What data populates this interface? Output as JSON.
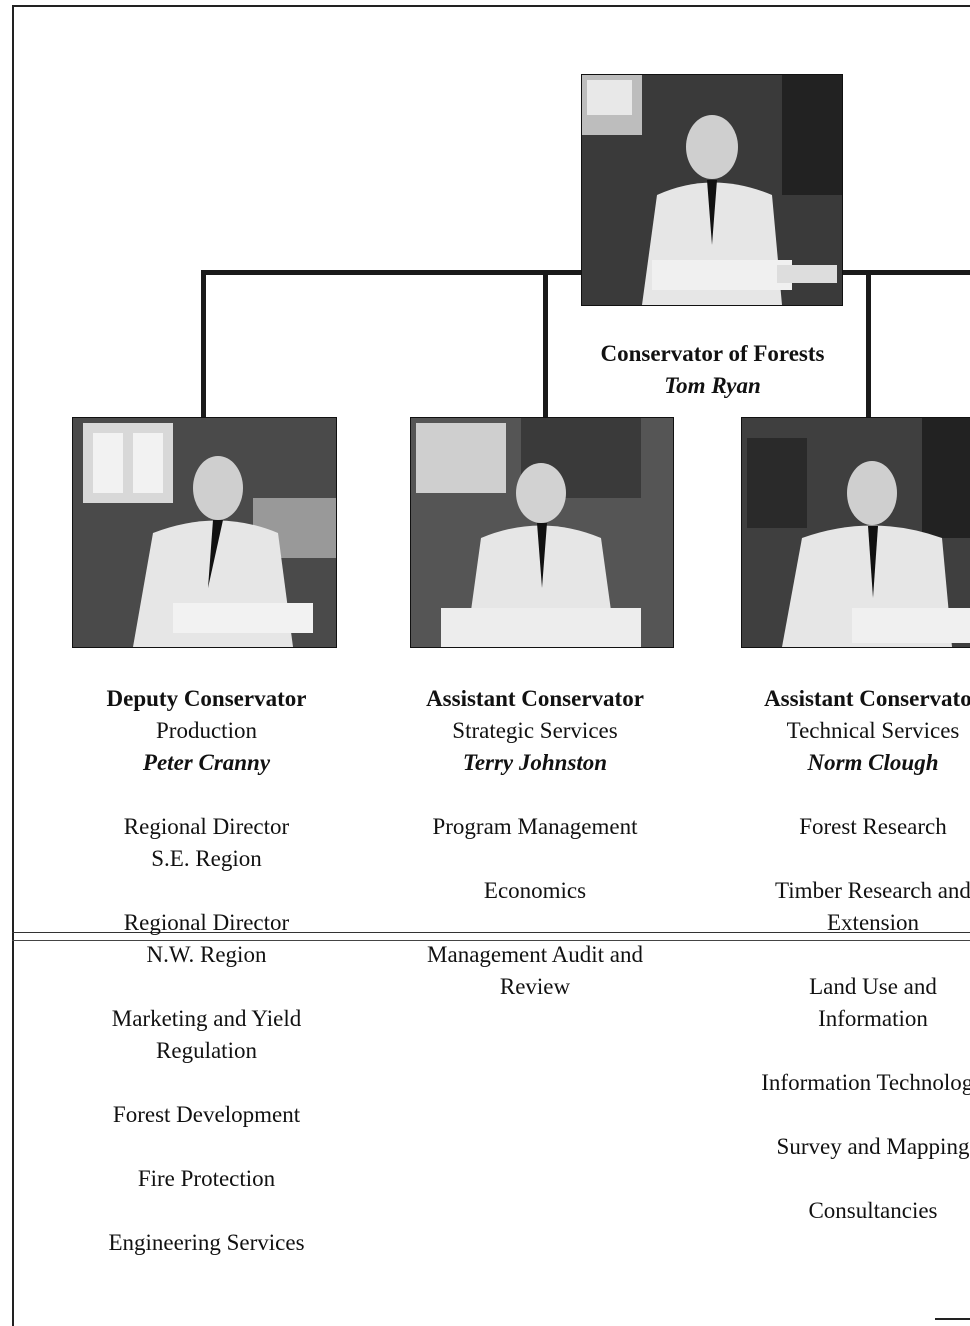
{
  "top": {
    "title": "Conservator of Forests",
    "name": "Tom Ryan"
  },
  "columns": [
    {
      "title": "Deputy Conservator",
      "subtitle": "Production",
      "name": "Peter Cranny",
      "items": [
        "Regional Director\nS.E. Region",
        "Regional Director\nN.W. Region",
        "Marketing and Yield\nRegulation",
        "Forest Development",
        "Fire Protection",
        "Engineering Services"
      ]
    },
    {
      "title": "Assistant Conservator",
      "subtitle": "Strategic Services",
      "name": "Terry Johnston",
      "items": [
        "Program Management",
        "Economics",
        "Management Audit and\nReview"
      ]
    },
    {
      "title": "Assistant Conservator",
      "subtitle": "Technical Services",
      "name": "Norm Clough",
      "items": [
        "Forest Research",
        "Timber Research and\nExtension",
        "Land Use and\nInformation",
        "Information Technology",
        "Survey and Mapping",
        "Consultancies"
      ]
    }
  ]
}
